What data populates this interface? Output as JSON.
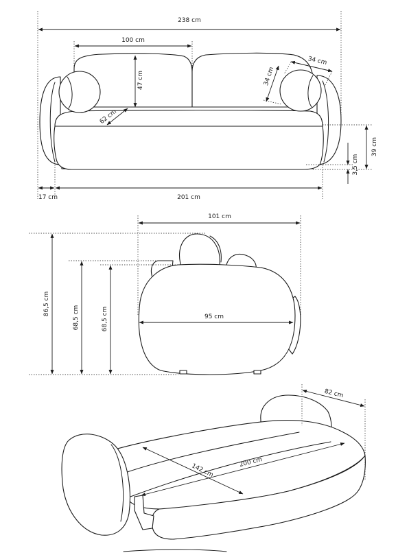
{
  "front_view": {
    "total_width": "238 cm",
    "cushion_width": "100 cm",
    "cushion_height": "47 cm",
    "seat_depth": "62 cm",
    "pillow_width": "34 cm",
    "pillow_height": "34 cm",
    "seat_height": "39 cm",
    "leg_height": "3,5 cm",
    "armrest_width": "17 cm",
    "seat_width": "201 cm"
  },
  "side_view": {
    "depth": "101 cm",
    "inner_depth": "95 cm",
    "total_height": "86,5 cm",
    "backrest_height_a": "68,5 cm",
    "backrest_height_b": "68,5 cm"
  },
  "bed_view": {
    "side_depth": "82 cm",
    "bed_width": "142 cm",
    "bed_length": "200 cm"
  }
}
